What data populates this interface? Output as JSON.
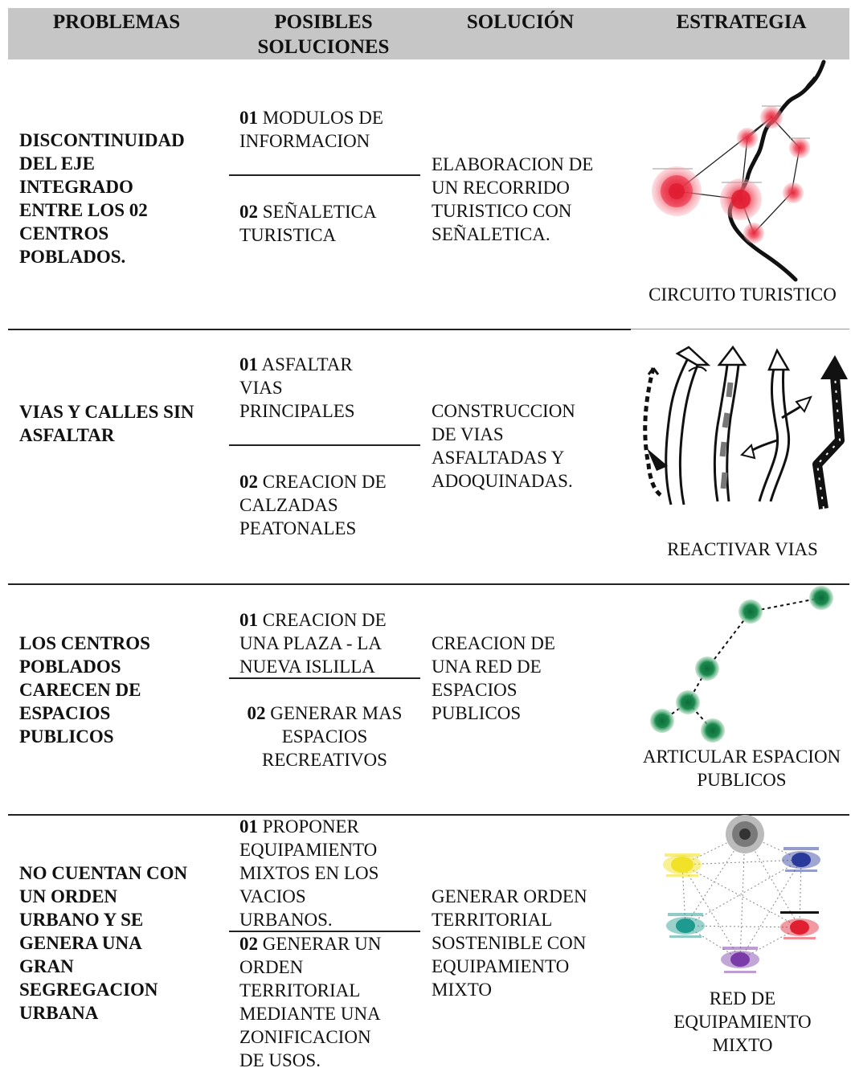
{
  "header": {
    "col1": "PROBLEMAS",
    "col2": "POSIBLES SOLUCIONES",
    "col3": "SOLUCIÓN",
    "col4": "ESTRATEGIA"
  },
  "rows": [
    {
      "problem": [
        "DISCONTINUIDAD",
        "DEL EJE",
        "INTEGRADO",
        "ENTRE LOS 02",
        "CENTROS",
        "POBLADOS."
      ],
      "option1": {
        "num": "01",
        "lines": [
          "MODULOS DE",
          "INFORMACION"
        ]
      },
      "option2": {
        "num": "02",
        "lines": [
          "SEÑALETICA",
          "TURISTICA"
        ]
      },
      "solution": [
        "ELABORACION DE",
        "UN RECORRIDO",
        "TURISTICO CON",
        "SEÑALETICA."
      ],
      "strategy_caption": [
        "CIRCUITO TURISTICO"
      ],
      "strategy_icon": "tourist-circuit-map-icon"
    },
    {
      "problem": [
        "VIAS  Y CALLES SIN",
        "ASFALTAR"
      ],
      "option1": {
        "num": "01",
        "lines": [
          "ASFALTAR",
          "VIAS",
          "PRINCIPALES"
        ]
      },
      "option2": {
        "num": "02",
        "lines": [
          "CREACION DE",
          "CALZADAS",
          "PEATONALES"
        ]
      },
      "solution": [
        "CONSTRUCCION",
        "DE VIAS",
        "ASFALTADAS Y",
        "ADOQUINADAS."
      ],
      "strategy_caption": [
        "REACTIVAR VIAS"
      ],
      "strategy_icon": "road-arrows-icon"
    },
    {
      "problem": [
        "LOS CENTROS",
        "POBLADOS",
        "CARECEN DE",
        "ESPACIOS",
        "PUBLICOS"
      ],
      "option1": {
        "num": "01",
        "lines": [
          "CREACION DE",
          "UNA PLAZA - LA",
          "NUEVA ISLILLA"
        ]
      },
      "option2": {
        "num": "02",
        "lines": [
          "GENERAR MAS",
          "ESPACIOS",
          "RECREATIVOS"
        ]
      },
      "solution": [
        "CREACION DE",
        "UNA RED DE",
        "ESPACIOS",
        "PUBLICOS"
      ],
      "strategy_caption": [
        "ARTICULAR ESPACION",
        "PUBLICOS"
      ],
      "strategy_icon": "public-space-network-icon"
    },
    {
      "problem": [
        "NO CUENTAN CON",
        "UN ORDEN",
        "URBANO Y SE",
        "GENERA UNA",
        "GRAN",
        "SEGREGACION",
        "URBANA"
      ],
      "option1": {
        "num": "01",
        "lines": [
          "PROPONER",
          "EQUIPAMIENTO",
          "MIXTOS EN LOS",
          "VACIOS",
          "URBANOS."
        ]
      },
      "option2": {
        "num": "02",
        "lines": [
          "GENERAR UN",
          "ORDEN",
          "TERRITORIAL",
          "MEDIANTE UNA",
          "ZONIFICACION",
          "DE USOS."
        ]
      },
      "solution": [
        "GENERAR ORDEN",
        "TERRITORIAL",
        "SOSTENIBLE CON",
        "EQUIPAMIENTO",
        "MIXTO"
      ],
      "strategy_caption": [
        "RED DE",
        "EQUIPAMIENTO",
        "MIXTO"
      ],
      "strategy_icon": "mixed-equipment-network-icon"
    }
  ],
  "colors": {
    "header_bg": "#c6c6c6",
    "circuit_red": "#e8243a",
    "space_green": "#1a8a4e",
    "equip_gray": "#7a7a7a",
    "equip_yellow": "#f2e227",
    "equip_blue": "#2a3a9a",
    "equip_teal": "#1f9a8f",
    "equip_red": "#e02030",
    "equip_purple": "#7a3aa8"
  }
}
